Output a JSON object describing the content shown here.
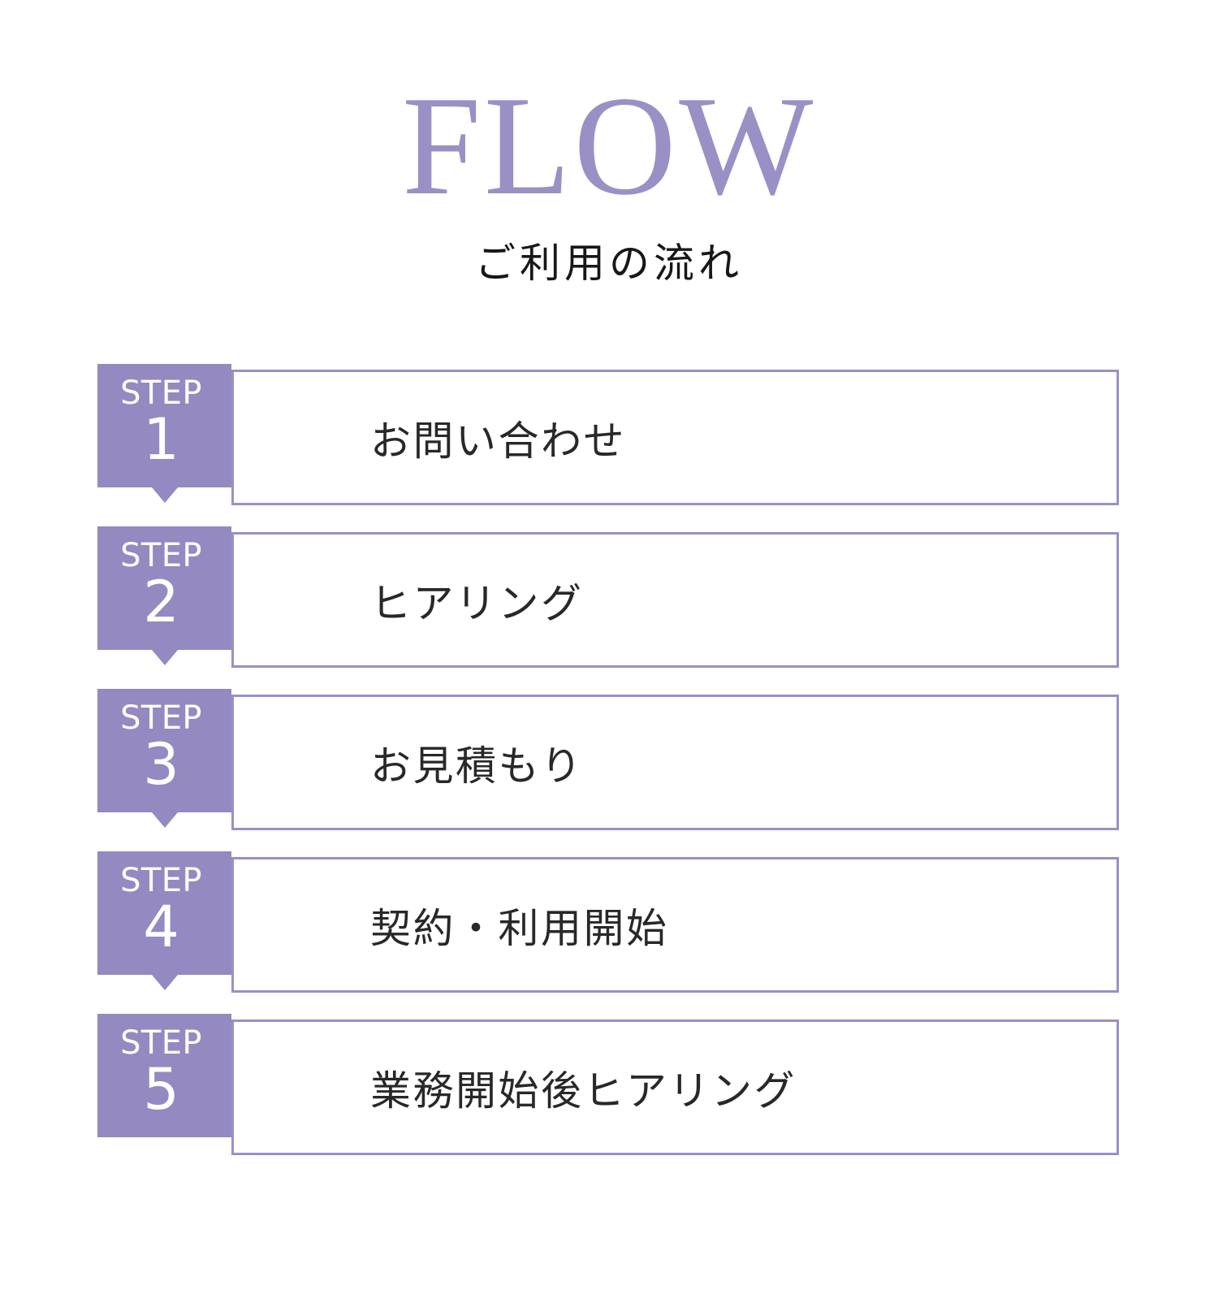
{
  "page": {
    "background_color": "#ffffff",
    "accent_color": "#9489c0",
    "border_color": "#9a90c5",
    "text_color": "#282828"
  },
  "header": {
    "title": "FLOW",
    "subtitle": "ご利用の流れ"
  },
  "steps": {
    "badge_word": "STEP",
    "items": [
      {
        "number": "1",
        "label": "お問い合わせ",
        "has_arrow": true
      },
      {
        "number": "2",
        "label": "ヒアリング",
        "has_arrow": true
      },
      {
        "number": "3",
        "label": "お見積もり",
        "has_arrow": true
      },
      {
        "number": "4",
        "label": "契約・利用開始",
        "has_arrow": true
      },
      {
        "number": "5",
        "label": "業務開始後ヒアリング",
        "has_arrow": false
      }
    ]
  }
}
